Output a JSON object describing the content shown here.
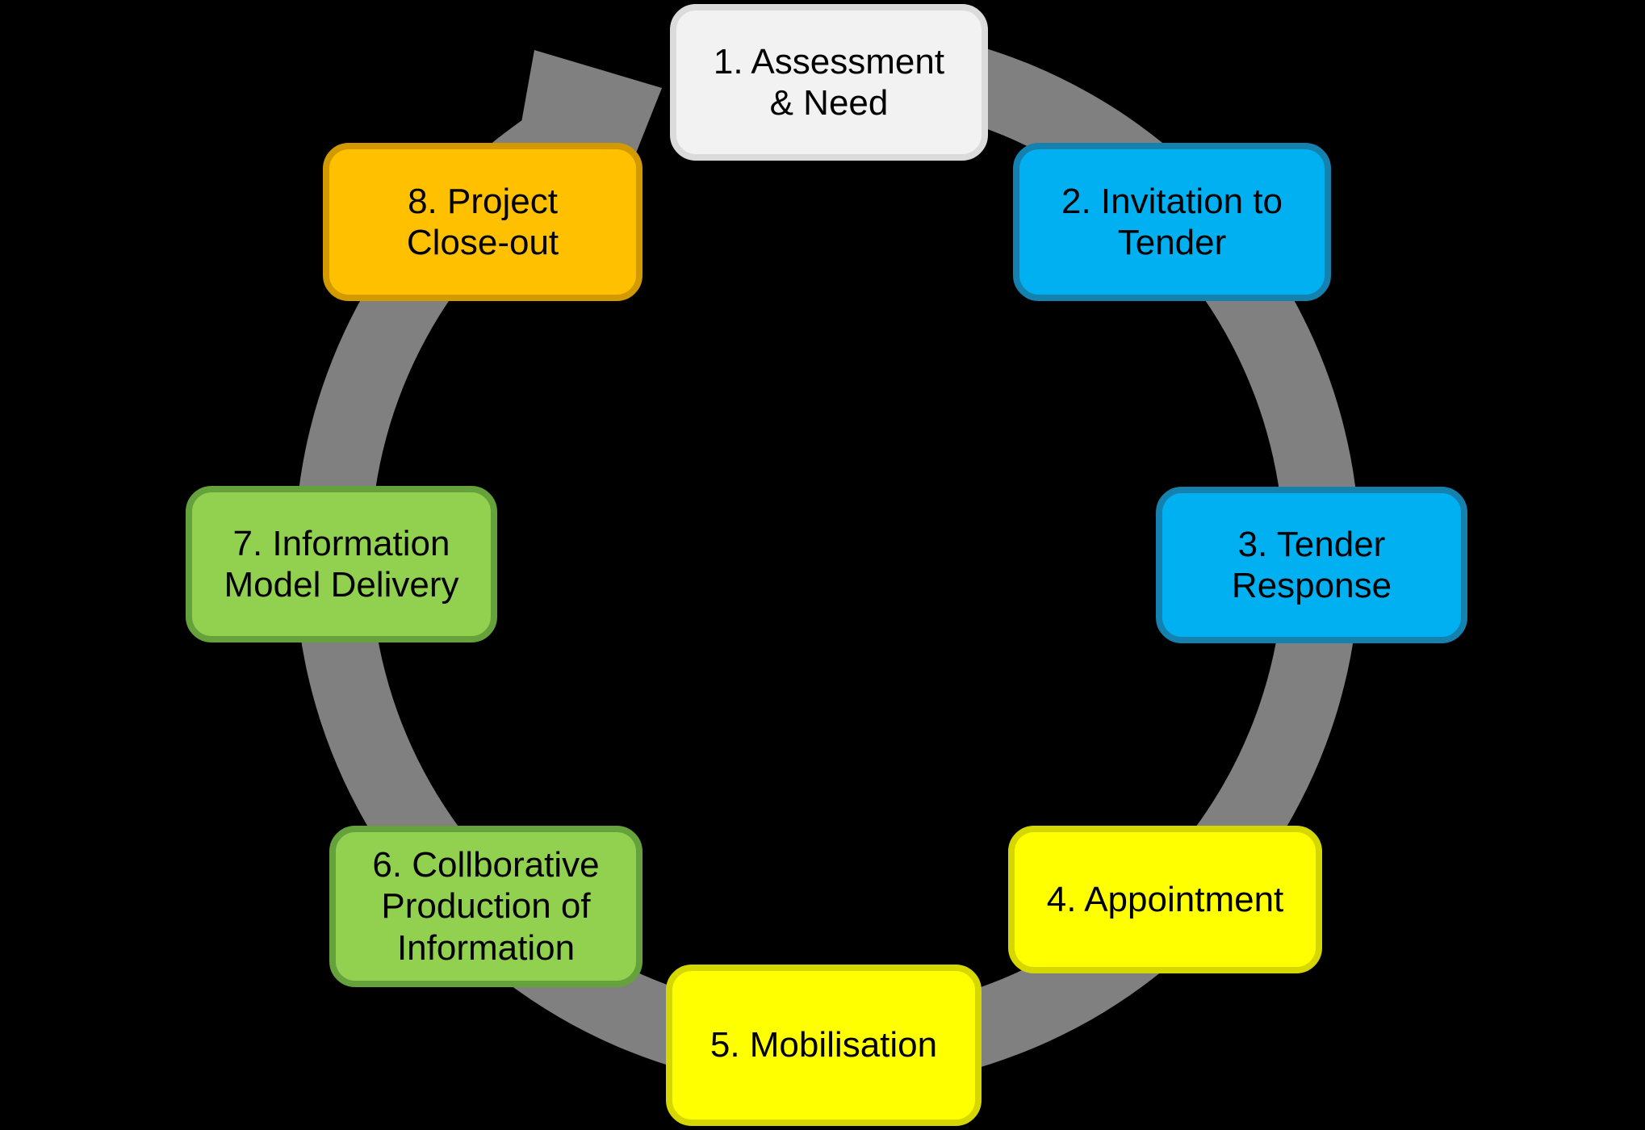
{
  "diagram": {
    "background_color": "#000000",
    "ring": {
      "color": "#808080",
      "direction": "clockwise"
    },
    "steps": [
      {
        "number": "1",
        "label": "1. Assessment\n& Need",
        "fill": "#F2F2F2",
        "border": "#DBDBDB",
        "text_color": "#000000"
      },
      {
        "number": "2",
        "label": "2. Invitation to\nTender",
        "fill": "#00B0F0",
        "border": "#1581AE",
        "text_color": "#000000"
      },
      {
        "number": "3",
        "label": "3. Tender\nResponse",
        "fill": "#00B0F0",
        "border": "#1581AE",
        "text_color": "#000000"
      },
      {
        "number": "4",
        "label": "4. Appointment",
        "fill": "#FFFF00",
        "border": "#D6D600",
        "text_color": "#000000"
      },
      {
        "number": "5",
        "label": "5. Mobilisation",
        "fill": "#FFFF00",
        "border": "#D6D600",
        "text_color": "#000000"
      },
      {
        "number": "6",
        "label": "6. Collborative\nProduction of\nInformation",
        "fill": "#92D050",
        "border": "#66A23B",
        "text_color": "#000000"
      },
      {
        "number": "7",
        "label": "7. Information\nModel Delivery",
        "fill": "#92D050",
        "border": "#66A23B",
        "text_color": "#000000"
      },
      {
        "number": "8",
        "label": "8. Project\nClose-out",
        "fill": "#FFC000",
        "border": "#D29A00",
        "text_color": "#000000"
      }
    ]
  }
}
